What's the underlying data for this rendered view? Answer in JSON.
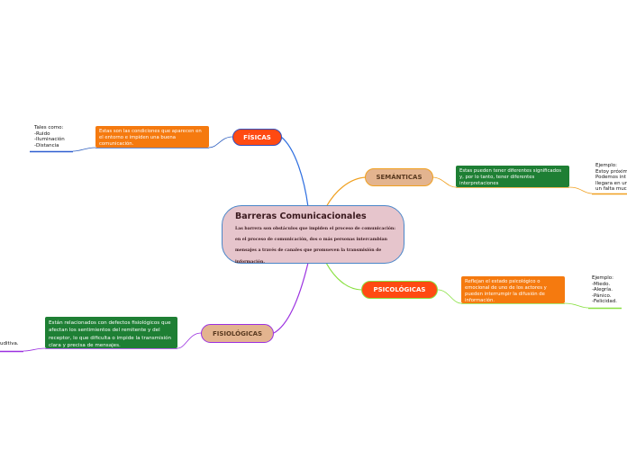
{
  "central": {
    "title": "Barreras Comunicacionales",
    "description": "Las barrera son obstáculos que impiden el proceso de comunicación: en el proceso de comunicación, dos o más personas intercambian mensajes a través de canales que promueven la transmisión de información."
  },
  "branches": {
    "fisicas": {
      "label": "FÍSICAS",
      "note": "Estas son las condiciones que aparecen en el entorno e impiden una buena comunicación.",
      "leaf": "Tales como:\n-Ruido\n-Iluminación\n-Distancia"
    },
    "semanticas": {
      "label": "SEMÁNTICAS",
      "note": "Estas pueden tener diferentes significados y, por lo tanto, tener diferentes interpretaciones",
      "leaf": "Ejemplo:\nEstoy próxim\nPodemos int\nllegara en ur\nun falta muc"
    },
    "psicologicas": {
      "label": "PSICOLÓGICAS",
      "note": "Reflejan el estado psicológico o emocional de uno de los actores y pueden interrumpir la difusión de información.",
      "leaf": "Ejemplo:\n-Miedo.\n-Alegría.\n-Pánico.\n-Felicidad."
    },
    "fisiologicas": {
      "label": "FISIOLÓGICAS",
      "note": "Están relacionados con defectos fisiológicos que afectan los sentimientos del remitente y del receptor, lo que dificulta o impide la transmisión clara y precisa de mensajes.",
      "leaf": "uditiva."
    }
  },
  "colors": {
    "central_fill": "#e6c5cc",
    "central_border": "#4a86c8",
    "fisicas": "#ff4a12",
    "semanticas": "#e3b48f",
    "psicologicas": "#ff4a12",
    "fisiologicas": "#e3b48f",
    "orange_note": "#f57a0f",
    "green_note": "#1e7f34",
    "link_blue": "#2f6fe0",
    "link_orange": "#f0a020",
    "link_green": "#88e040",
    "link_purple": "#9b30e0"
  }
}
